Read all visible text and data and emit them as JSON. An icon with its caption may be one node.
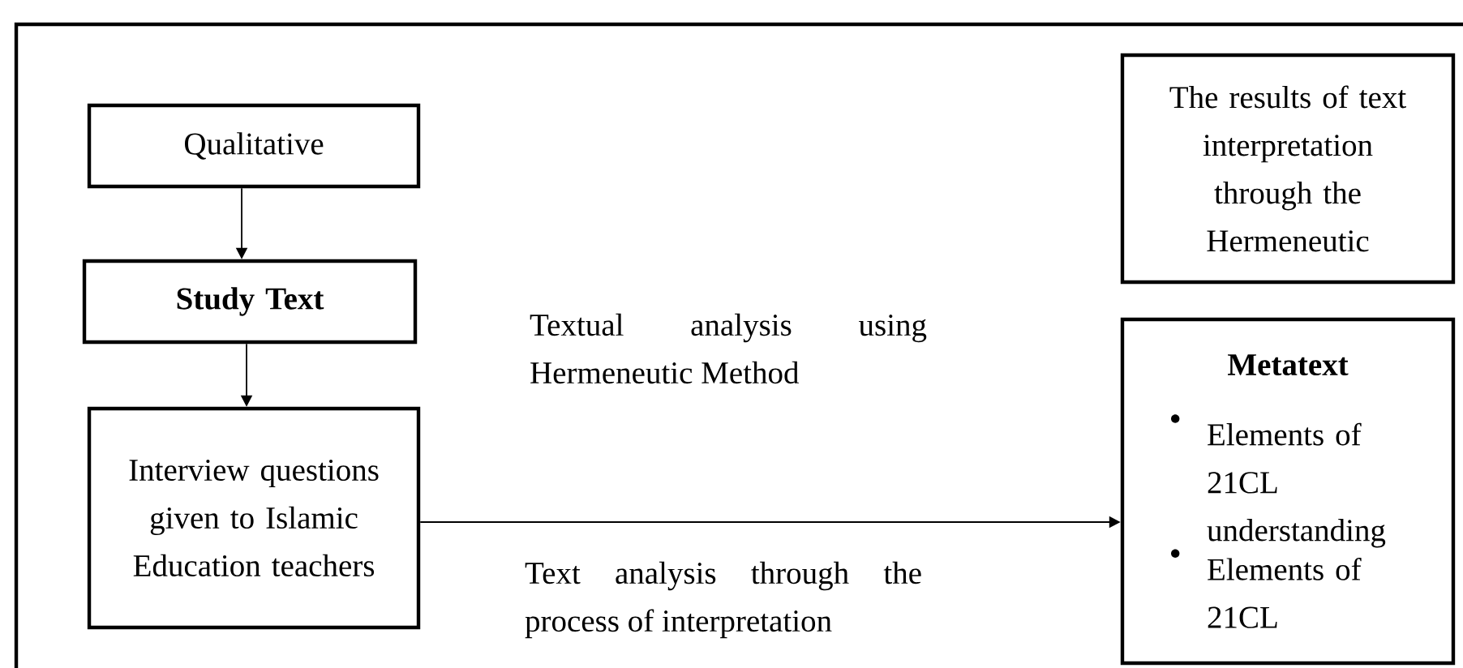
{
  "diagram": {
    "nodes": [
      {
        "text": [
          "Qualitative"
        ]
      },
      {
        "text": [
          "Study Text"
        ]
      },
      {
        "text": [
          "Interview questions given to Islamic Education teachers"
        ]
      },
      {
        "text": [
          "The results of text interpretation through the Hermeneutic"
        ]
      },
      {
        "text": [
          "Metatext",
          "Elements of 21CL understanding",
          "Elements of 21CL"
        ]
      }
    ],
    "edges": [
      {
        "from": 0,
        "to": 1,
        "arrow": "to"
      },
      {
        "from": 1,
        "to": 2,
        "arrow": "to"
      },
      {
        "from": 2,
        "to": 4,
        "arrow": "to"
      }
    ],
    "labels": [
      "Textual analysis using Hermeneutic Method",
      "Text analysis through the process of interpretation"
    ]
  }
}
